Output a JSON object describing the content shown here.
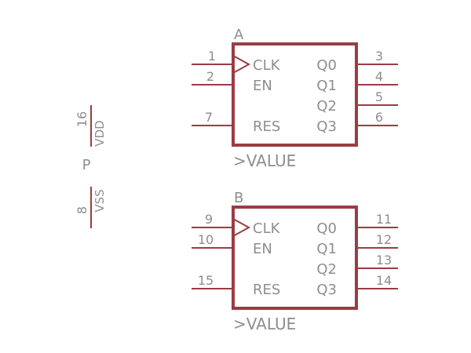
{
  "colors": {
    "symbol": "#9b3c43",
    "text": "#8e8e8e",
    "background": "#ffffff"
  },
  "units": [
    {
      "name": "A",
      "value_label": ">VALUE",
      "pins": [
        {
          "pin": "1",
          "label": "CLK",
          "side": "left",
          "slot": 0,
          "clock": true
        },
        {
          "pin": "2",
          "label": "EN",
          "side": "left",
          "slot": 1
        },
        {
          "pin": "7",
          "label": "RES",
          "side": "left",
          "slot": 3
        },
        {
          "pin": "3",
          "label": "Q0",
          "side": "right",
          "slot": 0
        },
        {
          "pin": "4",
          "label": "Q1",
          "side": "right",
          "slot": 1
        },
        {
          "pin": "5",
          "label": "Q2",
          "side": "right",
          "slot": 2
        },
        {
          "pin": "6",
          "label": "Q3",
          "side": "right",
          "slot": 3
        }
      ]
    },
    {
      "name": "B",
      "value_label": ">VALUE",
      "pins": [
        {
          "pin": "9",
          "label": "CLK",
          "side": "left",
          "slot": 0,
          "clock": true
        },
        {
          "pin": "10",
          "label": "EN",
          "side": "left",
          "slot": 1
        },
        {
          "pin": "15",
          "label": "RES",
          "side": "left",
          "slot": 3
        },
        {
          "pin": "11",
          "label": "Q0",
          "side": "right",
          "slot": 0
        },
        {
          "pin": "12",
          "label": "Q1",
          "side": "right",
          "slot": 1
        },
        {
          "pin": "13",
          "label": "Q2",
          "side": "right",
          "slot": 2
        },
        {
          "pin": "14",
          "label": "Q3",
          "side": "right",
          "slot": 3
        }
      ]
    }
  ],
  "power": {
    "name": "P",
    "pins": [
      {
        "pin": "16",
        "label": "VDD"
      },
      {
        "pin": "8",
        "label": "VSS"
      }
    ]
  }
}
